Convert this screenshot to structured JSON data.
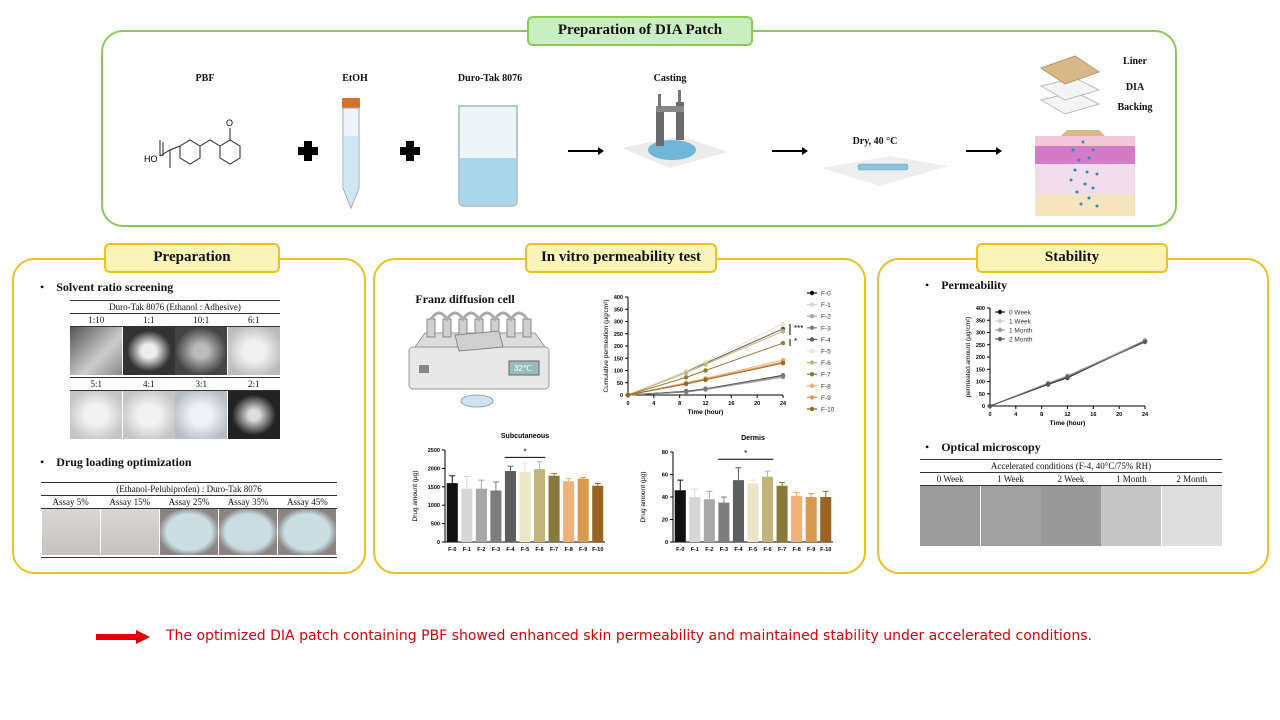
{
  "top": {
    "title": "Preparation of DIA Patch",
    "steps": {
      "pbf": "PBF",
      "etoh": "EtOH",
      "durotak": "Duro-Tak 8076",
      "casting": "Casting",
      "dry": "Dry, 40 °C"
    },
    "layers": [
      "Liner",
      "DIA",
      "Backing"
    ],
    "molecule_label": "HO"
  },
  "preparation": {
    "title": "Preparation",
    "solvent": {
      "heading": "Solvent ratio screening",
      "table_title": "Duro-Tak 8076 (Ethanol : Adhesive)",
      "row1": [
        "1:10",
        "1:1",
        "10:1",
        "6:1"
      ],
      "row2": [
        "5:1",
        "4:1",
        "3:1",
        "2:1"
      ]
    },
    "drug": {
      "heading": "Drug loading optimization",
      "table_title": "(Ethanol-Pelubiprofen) : Duro-Tak 8076",
      "cols": [
        "Assay 5%",
        "Assay 15%",
        "Assay 25%",
        "Assay 35%",
        "Assay 45%"
      ]
    }
  },
  "invitro": {
    "title": "In vitro permeability test",
    "franz_label": "Franz diffusion cell",
    "franz_display": "32℃"
  },
  "stability": {
    "title": "Stability",
    "permeability_heading": "Permeability",
    "optical_heading": "Optical microscopy",
    "optical_table_title": "Accelerated conditions (F-4, 40°C/75% RH)",
    "optical_cols": [
      "0 Week",
      "1 Week",
      "2 Week",
      "1 Month",
      "2 Month"
    ]
  },
  "conclusion": "The optimized DIA patch containing PBF showed enhanced skin permeability and maintained stability under accelerated conditions.",
  "colors": {
    "green": "#8dc95a",
    "yellow": "#f0c020",
    "red": "#e00000"
  },
  "chart_data": [
    {
      "id": "cumulative",
      "type": "line",
      "title": "",
      "xlabel": "Time (hour)",
      "ylabel": "Cumulative permeation (μg/cm²)",
      "x": [
        0,
        9,
        12,
        24
      ],
      "xticks": [
        0,
        4,
        8,
        12,
        16,
        20,
        24
      ],
      "yticks": [
        0,
        50,
        100,
        150,
        200,
        250,
        300,
        350,
        400
      ],
      "xlim": [
        0,
        24
      ],
      "ylim": [
        0,
        400
      ],
      "legend_position": "right",
      "annotations": [
        "***",
        "*"
      ],
      "series": [
        {
          "name": "F-0",
          "color": "#111111",
          "values": [
            0,
            15,
            25,
            80
          ]
        },
        {
          "name": "F-1",
          "color": "#d6d6d6",
          "values": [
            0,
            12,
            22,
            75
          ]
        },
        {
          "name": "F-2",
          "color": "#a8a8a8",
          "values": [
            0,
            12,
            22,
            72
          ]
        },
        {
          "name": "F-3",
          "color": "#7d7d7d",
          "values": [
            0,
            13,
            24,
            78
          ]
        },
        {
          "name": "F-4",
          "color": "#5e5e5e",
          "values": [
            0,
            97,
            130,
            270
          ]
        },
        {
          "name": "F-5",
          "color": "#ece6c8",
          "values": [
            0,
            98,
            135,
            290
          ]
        },
        {
          "name": "F-6",
          "color": "#c2b47a",
          "values": [
            0,
            90,
            125,
            260
          ]
        },
        {
          "name": "F-7",
          "color": "#8a7a3a",
          "values": [
            0,
            72,
            100,
            212
          ]
        },
        {
          "name": "F-8",
          "color": "#f0b07a",
          "values": [
            0,
            50,
            68,
            143
          ]
        },
        {
          "name": "F-9",
          "color": "#d89a50",
          "values": [
            0,
            48,
            65,
            135
          ]
        },
        {
          "name": "F-10",
          "color": "#9a6424",
          "values": [
            0,
            45,
            62,
            130
          ]
        }
      ]
    },
    {
      "id": "subcutaneous",
      "type": "bar",
      "title": "Subcutaneous",
      "xlabel": "",
      "ylabel": "Drug amount (μg)",
      "categories": [
        "F-0",
        "F-1",
        "F-2",
        "F-3",
        "F-4",
        "F-5",
        "F-6",
        "F-7",
        "F-8",
        "F-9",
        "F-10"
      ],
      "values": [
        1600,
        1450,
        1450,
        1400,
        1930,
        1900,
        1980,
        1800,
        1650,
        1720,
        1530
      ],
      "errors": [
        200,
        330,
        230,
        230,
        130,
        250,
        200,
        60,
        70,
        30,
        60
      ],
      "colors": [
        "#111111",
        "#d6d6d6",
        "#a8a8a8",
        "#7d7d7d",
        "#5e5e5e",
        "#ece6c8",
        "#c2b47a",
        "#8a7a3a",
        "#f0b07a",
        "#d89a50",
        "#9a6424"
      ],
      "yticks": [
        0,
        500,
        1000,
        1500,
        2000,
        2500
      ],
      "ylim": [
        0,
        2500
      ],
      "significance": {
        "from": "F-4",
        "to": "F-6",
        "label": "*"
      }
    },
    {
      "id": "dermis",
      "type": "bar",
      "title": "Dermis",
      "xlabel": "",
      "ylabel": "Drug amount (μg)",
      "categories": [
        "F-0",
        "F-1",
        "F-2",
        "F-3",
        "F-4",
        "F-5",
        "F-6",
        "F-7",
        "F-8",
        "F-9",
        "F-10"
      ],
      "values": [
        46,
        40,
        38,
        35,
        55,
        52,
        58,
        50,
        41,
        40,
        40
      ],
      "errors": [
        9,
        7,
        7,
        5,
        11,
        3,
        5,
        3,
        3,
        3,
        5
      ],
      "colors": [
        "#111111",
        "#d6d6d6",
        "#a8a8a8",
        "#7d7d7d",
        "#5e5e5e",
        "#ece6c8",
        "#c2b47a",
        "#8a7a3a",
        "#f0b07a",
        "#d89a50",
        "#9a6424"
      ],
      "yticks": [
        0,
        20,
        40,
        60,
        80
      ],
      "ylim": [
        0,
        80
      ],
      "significance": {
        "from": "F-3",
        "to": "F-6",
        "label": "*"
      }
    },
    {
      "id": "stability",
      "type": "line",
      "title": "",
      "xlabel": "Time (hour)",
      "ylabel": "permeated amount (μg/cm²)",
      "x": [
        0,
        9,
        12,
        24
      ],
      "xticks": [
        0,
        4,
        8,
        12,
        16,
        20,
        24
      ],
      "yticks": [
        0,
        50,
        100,
        150,
        200,
        250,
        300,
        350,
        400
      ],
      "xlim": [
        0,
        24
      ],
      "ylim": [
        0,
        400
      ],
      "legend_position": "top-left",
      "series": [
        {
          "name": "0 Week",
          "color": "#111111",
          "values": [
            0,
            88,
            115,
            265
          ]
        },
        {
          "name": "1 Week",
          "color": "#d0d0d0",
          "values": [
            0,
            95,
            125,
            260
          ]
        },
        {
          "name": "1 Month",
          "color": "#9a9a9a",
          "values": [
            0,
            92,
            122,
            268
          ]
        },
        {
          "name": "2 Month",
          "color": "#5a5a5a",
          "values": [
            0,
            90,
            118,
            262
          ]
        }
      ]
    }
  ]
}
